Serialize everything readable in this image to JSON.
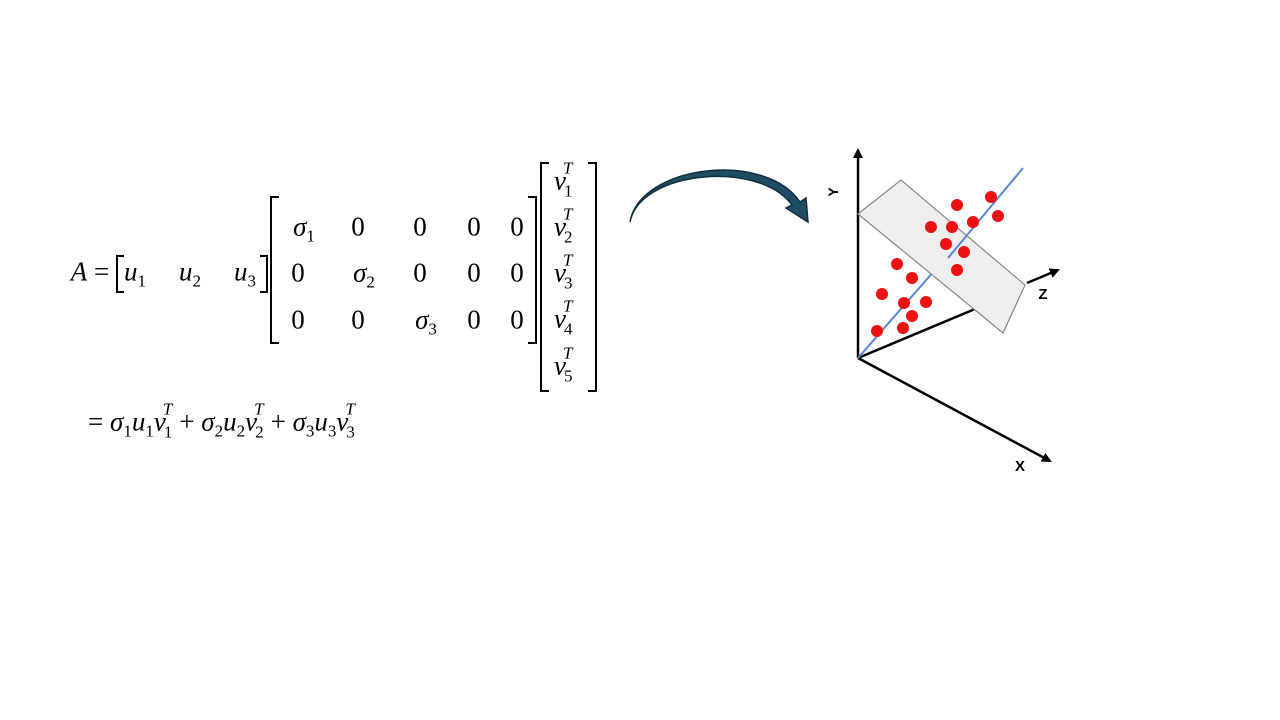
{
  "equation": {
    "lhs": "A",
    "equals": "=",
    "u": [
      {
        "sym": "u",
        "sub": "1"
      },
      {
        "sym": "u",
        "sub": "2"
      },
      {
        "sym": "u",
        "sub": "3"
      }
    ],
    "sigma_matrix": [
      [
        {
          "sym": "σ",
          "sub": "1"
        },
        {
          "sym": "0"
        },
        {
          "sym": "0"
        },
        {
          "sym": "0"
        },
        {
          "sym": "0"
        }
      ],
      [
        {
          "sym": "0"
        },
        {
          "sym": "σ",
          "sub": "2"
        },
        {
          "sym": "0"
        },
        {
          "sym": "0"
        },
        {
          "sym": "0"
        }
      ],
      [
        {
          "sym": "0"
        },
        {
          "sym": "0"
        },
        {
          "sym": "σ",
          "sub": "3"
        },
        {
          "sym": "0"
        },
        {
          "sym": "0"
        }
      ]
    ],
    "v": [
      {
        "sym": "v",
        "sub": "1",
        "sup": "T"
      },
      {
        "sym": "v",
        "sub": "2",
        "sup": "T"
      },
      {
        "sym": "v",
        "sub": "3",
        "sup": "T"
      },
      {
        "sym": "v",
        "sub": "4",
        "sup": "T"
      },
      {
        "sym": "v",
        "sub": "5",
        "sup": "T"
      }
    ],
    "expansion": {
      "equals": "=",
      "plus": "+",
      "terms": [
        {
          "s": "σ",
          "si": "1",
          "u": "u",
          "ui": "1",
          "v": "v",
          "vi": "1",
          "t": "T"
        },
        {
          "s": "σ",
          "si": "2",
          "u": "u",
          "ui": "2",
          "v": "v",
          "vi": "2",
          "t": "T"
        },
        {
          "s": "σ",
          "si": "3",
          "u": "u",
          "ui": "3",
          "v": "v",
          "vi": "3",
          "t": "T"
        }
      ]
    }
  },
  "diagram": {
    "axis_labels": {
      "x": "X",
      "y": "Y",
      "z": "Z"
    },
    "colors": {
      "points": "#ee1111",
      "line": "#5b86d6",
      "plane": "#eeeeee",
      "arrow": "#1f4e64"
    }
  }
}
